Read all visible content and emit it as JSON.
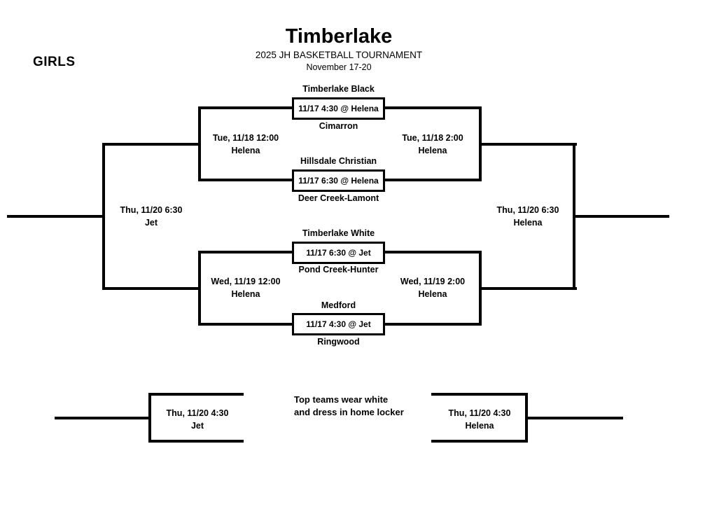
{
  "header": {
    "title": "Timberlake",
    "subtitle": "2025 JH BASKETBALL TOURNAMENT",
    "dates": "November 17-20",
    "division": "GIRLS"
  },
  "round1": [
    {
      "top": "Timberlake Black",
      "info": "11/17 4:30 @ Helena",
      "bottom": "Cimarron"
    },
    {
      "top": "Hillsdale Christian",
      "info": "11/17 6:30 @ Helena",
      "bottom": "Deer Creek-Lamont"
    },
    {
      "top": "Timberlake White",
      "info": "11/17 6:30 @ Jet",
      "bottom": "Pond Creek-Hunter"
    },
    {
      "top": "Medford",
      "info": "11/17 4:30 @ Jet",
      "bottom": "Ringwood"
    }
  ],
  "semifinals": {
    "left_top": {
      "datetime": "Tue, 11/18 12:00",
      "location": "Helena"
    },
    "right_top": {
      "datetime": "Tue, 11/18 2:00",
      "location": "Helena"
    },
    "left_bottom": {
      "datetime": "Wed, 11/19 12:00",
      "location": "Helena"
    },
    "right_bottom": {
      "datetime": "Wed, 11/19 2:00",
      "location": "Helena"
    }
  },
  "finals": {
    "left": {
      "datetime": "Thu, 11/20 6:30",
      "location": "Jet"
    },
    "right": {
      "datetime": "Thu, 11/20 6:30",
      "location": "Helena"
    }
  },
  "consolation": {
    "left": {
      "datetime": "Thu, 11/20 4:30",
      "location": "Jet"
    },
    "right": {
      "datetime": "Thu, 11/20 4:30",
      "location": "Helena"
    }
  },
  "note": {
    "line1": "Top teams wear white",
    "line2": "and dress in home locker"
  },
  "colors": {
    "line": "#000000",
    "background": "#ffffff"
  }
}
